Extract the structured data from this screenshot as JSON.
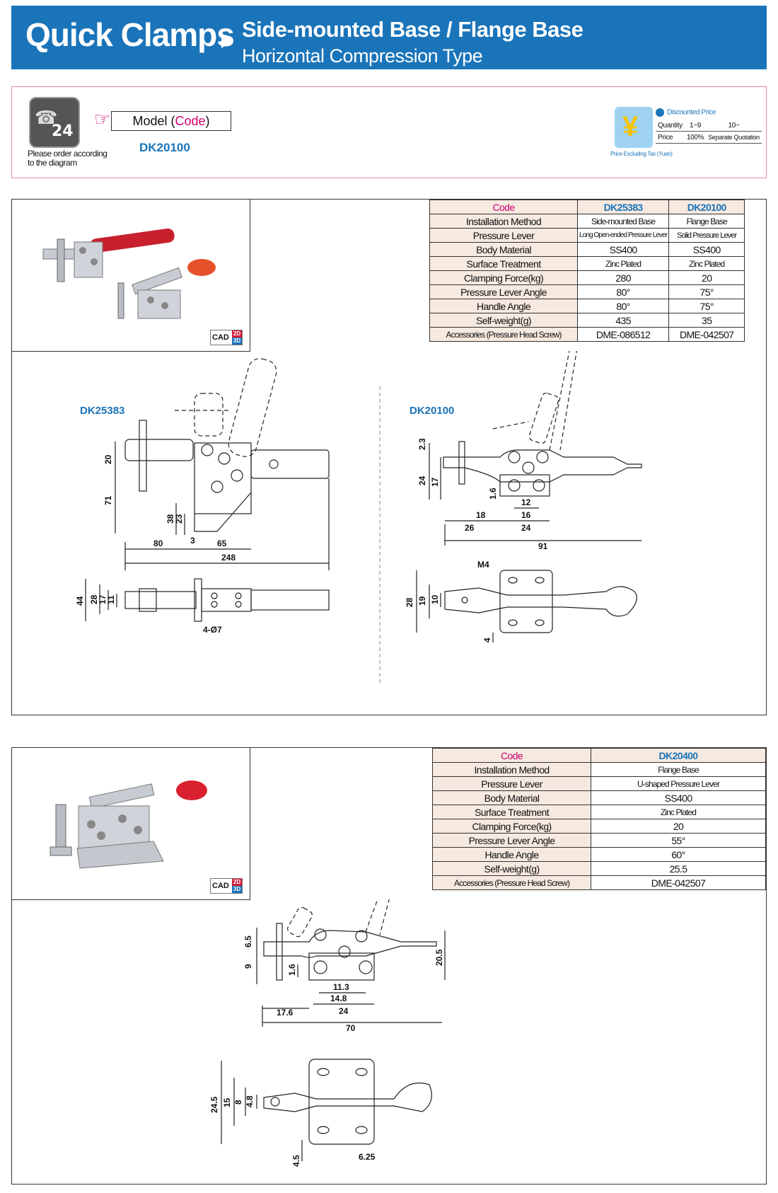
{
  "header": {
    "title": "Quick Clamps",
    "subtitle1": "Side-mounted Base / Flange Base",
    "subtitle2": "Horizontal Compression Type"
  },
  "order": {
    "note_line1": "Please order according",
    "note_line2": "to the diagram",
    "phone_number": "24",
    "model_prefix": "Model (",
    "model_code_word": "Code",
    "model_suffix": ")",
    "model_code": "DK20100"
  },
  "price": {
    "discounted_label": "Discounted Price",
    "quantity_label": "Quantity",
    "q1": "1~9",
    "q2": "10~",
    "price_label": "Price",
    "p1": "100%",
    "p2": "Separate Quotation",
    "excl_tax": "Price Excluding Tax (Yuan)",
    "yen": "¥"
  },
  "cad": {
    "label": "CAD",
    "d2": "2D",
    "d3": "3D"
  },
  "section1": {
    "columns": [
      "Code",
      "DK25383",
      "DK20100"
    ],
    "rows": [
      [
        "Installation Method",
        "Side-mounted Base",
        "Flange Base"
      ],
      [
        "Pressure Lever",
        "Long Open-ended Pressure Lever",
        "Solid Pressure Lever"
      ],
      [
        "Body Material",
        "SS400",
        "SS400"
      ],
      [
        "Surface Treatment",
        "Zinc Plated",
        "Zinc Plated"
      ],
      [
        "Clamping Force(kg)",
        "280",
        "20"
      ],
      [
        "Pressure Lever Angle",
        "80°",
        "75°"
      ],
      [
        "Handle Angle",
        "80°",
        "75°"
      ],
      [
        "Self-weight(g)",
        "435",
        "35"
      ],
      [
        "Accessories (Pressure Head Screw)",
        "DME-086512",
        "DME-042507"
      ]
    ],
    "drawing_left_title": "DK25383",
    "drawing_right_title": "DK20100",
    "dims_left": [
      "20",
      "71",
      "38",
      "23",
      "3",
      "80",
      "65",
      "248",
      "44",
      "28",
      "17",
      "11",
      "4-Ø7"
    ],
    "dims_right": [
      "2.3",
      "24",
      "17",
      "1.6",
      "12",
      "16",
      "18",
      "26",
      "24",
      "91",
      "M4",
      "28",
      "19",
      "10",
      "4"
    ]
  },
  "section2": {
    "columns": [
      "Code",
      "DK20400"
    ],
    "rows": [
      [
        "Installation Method",
        "Flange Base"
      ],
      [
        "Pressure Lever",
        "U-shaped Pressure Lever"
      ],
      [
        "Body Material",
        "SS400"
      ],
      [
        "Surface Treatment",
        "Zinc Plated"
      ],
      [
        "Clamping Force(kg)",
        "20"
      ],
      [
        "Pressure Lever Angle",
        "55°"
      ],
      [
        "Handle Angle",
        "60°"
      ],
      [
        "Self-weight(g)",
        "25.5"
      ],
      [
        "Accessories (Pressure Head Screw)",
        "DME-042507"
      ]
    ],
    "dims": [
      "6.5",
      "9",
      "1.6",
      "20.5",
      "11.3",
      "14.8",
      "24",
      "17.6",
      "70",
      "24.5",
      "15",
      "8",
      "4.8",
      "4.5",
      "6.25"
    ]
  }
}
